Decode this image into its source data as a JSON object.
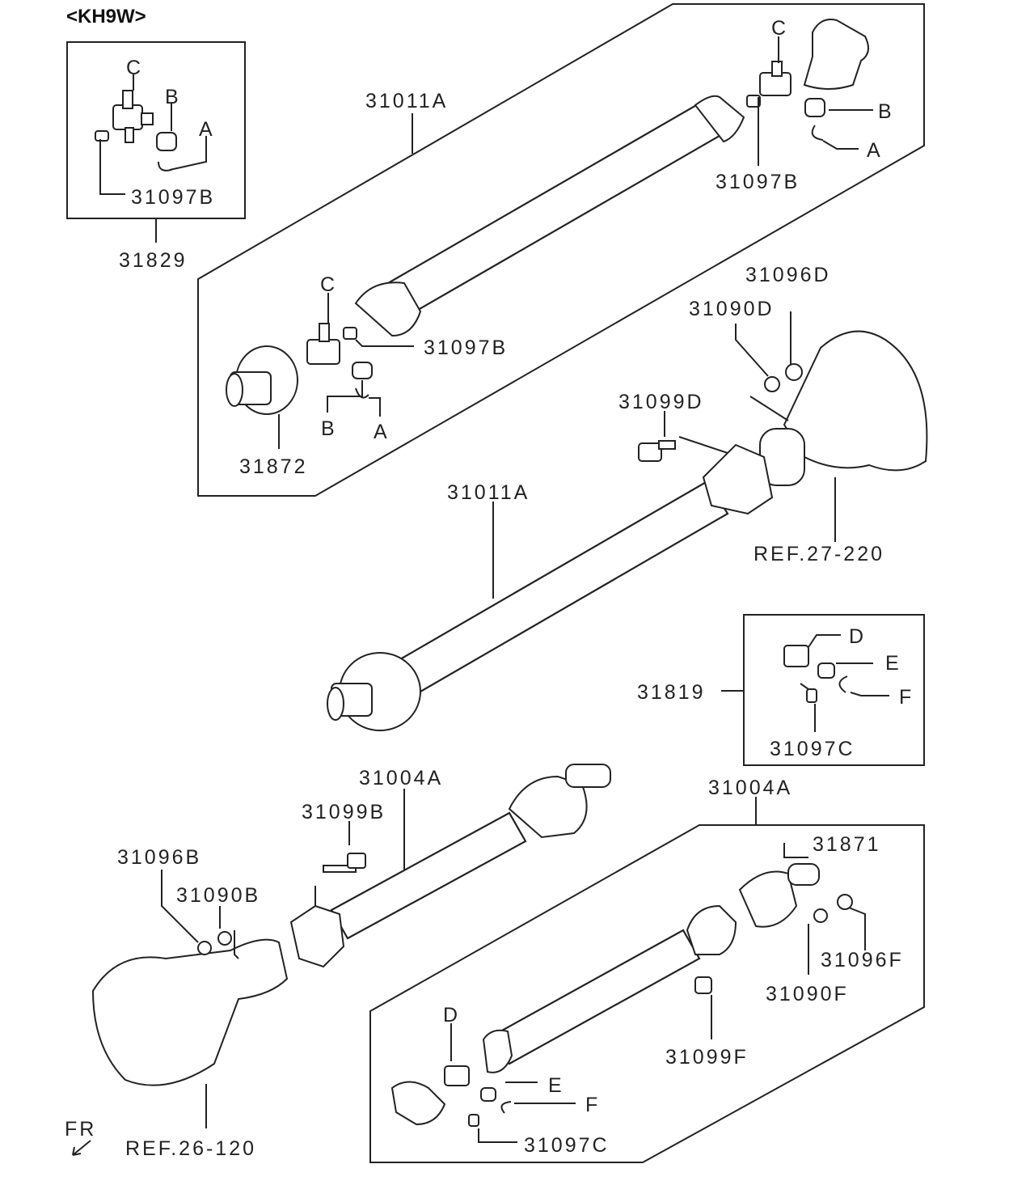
{
  "title": "<KH9W>",
  "labels": {
    "box1_c": "C",
    "box1_b": "B",
    "box1_a": "A",
    "box1_31097b": "31097B",
    "box1_part": "31829",
    "top_shaft": "31011A",
    "top_c": "C",
    "top_b": "B",
    "top_a": "A",
    "top_31097b": "31097B",
    "left_c": "C",
    "left_31097b": "31097B",
    "left_b": "B",
    "left_a": "A",
    "left_31872": "31872",
    "p31096d": "31096D",
    "p31090d": "31090D",
    "p31099d": "31099D",
    "mid_shaft": "31011A",
    "ref27": "REF.27-220",
    "box2_d": "D",
    "box2_e": "E",
    "box2_f": "F",
    "box2_31097c": "31097C",
    "box2_part": "31819",
    "front_shaft": "31004A",
    "p31099b": "31099B",
    "p31096b": "31096B",
    "p31090b": "31090B",
    "ref26": "REF.26-120",
    "fr": "FR",
    "box3_shaft": "31004A",
    "p31871": "31871",
    "p31096f": "31096F",
    "p31090f": "31090F",
    "p31099f": "31099F",
    "box3_d": "D",
    "box3_e": "E",
    "box3_f": "F",
    "box3_31097c": "31097C"
  }
}
